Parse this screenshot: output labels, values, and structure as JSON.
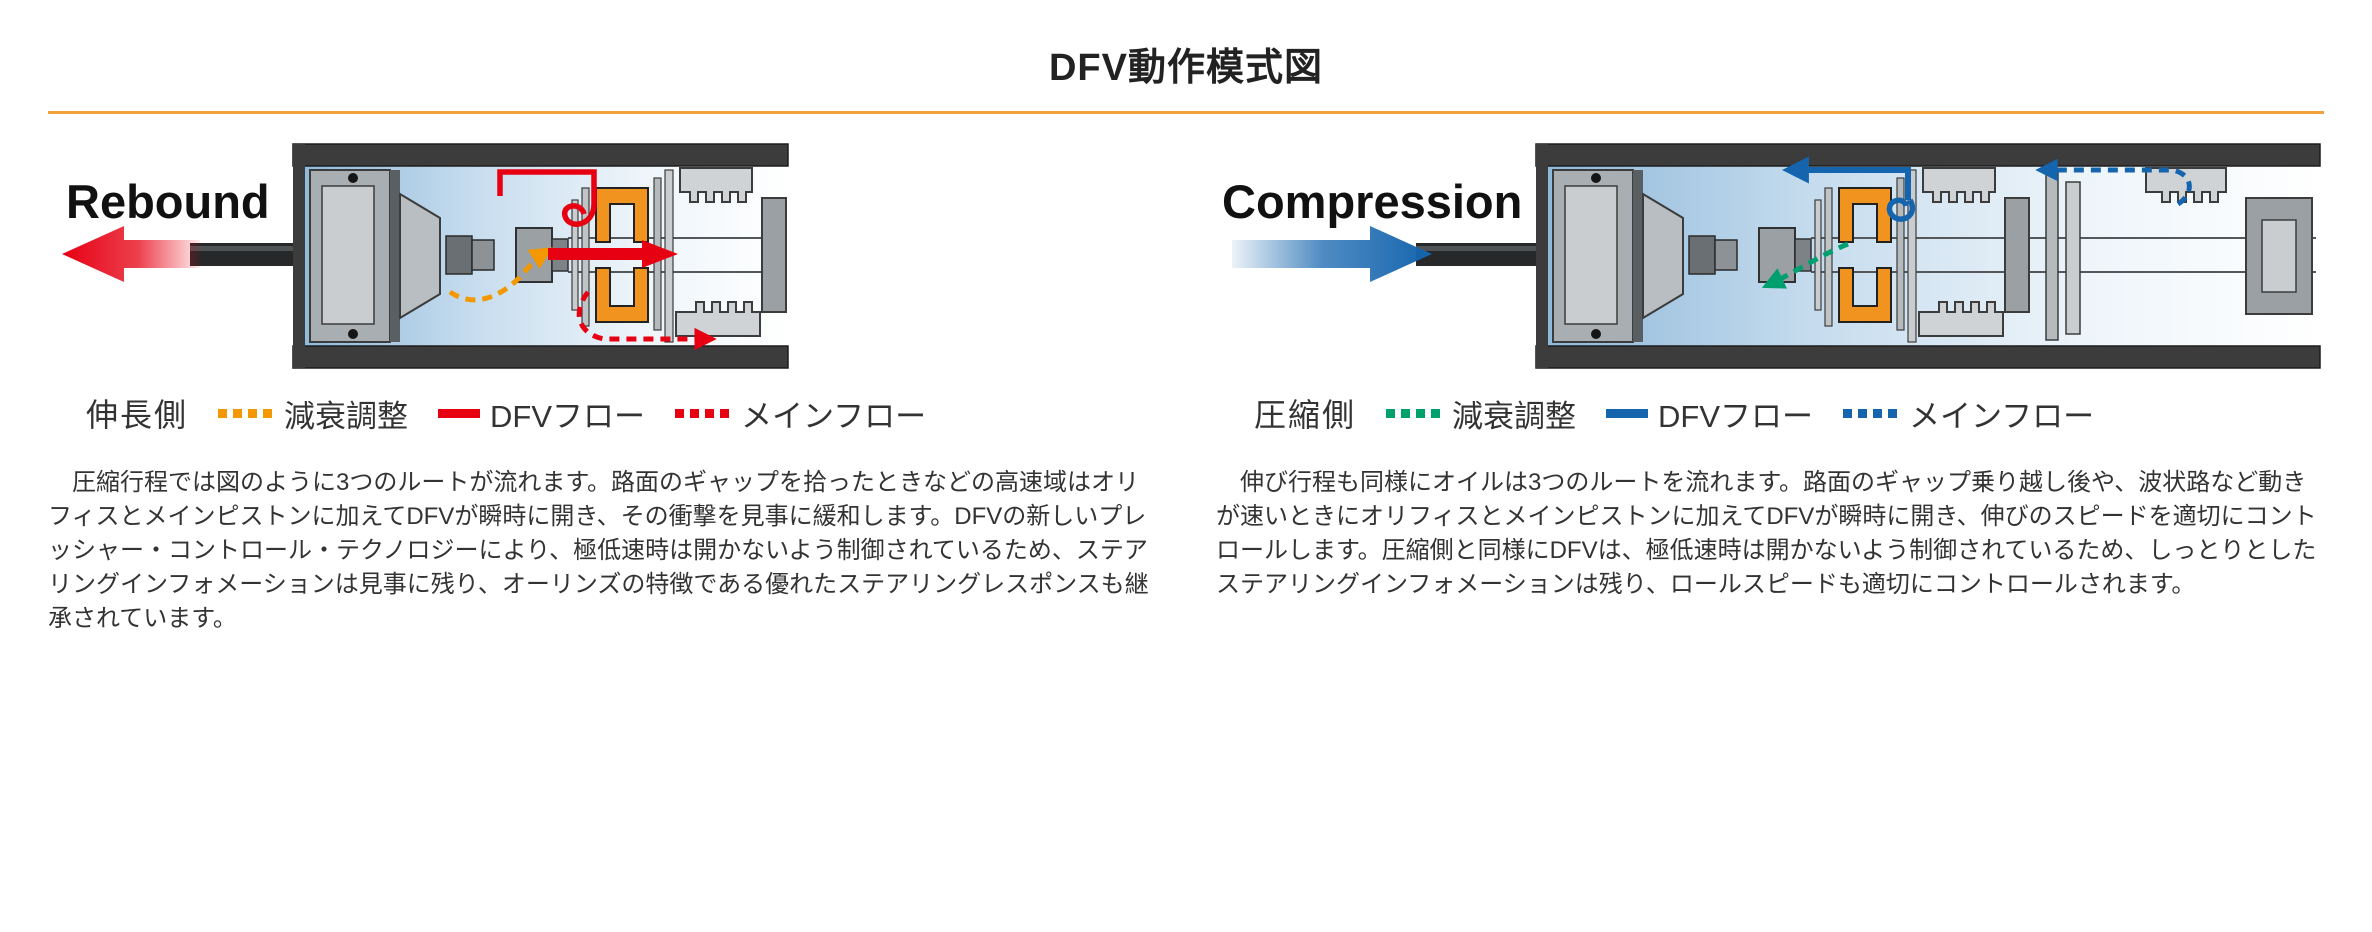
{
  "page": {
    "title": "DFV動作模式図"
  },
  "colors": {
    "rule": "#f0a33c",
    "red": "#e60012",
    "orange": "#f39800",
    "blue": "#1565ae",
    "green": "#00a06e",
    "text": "#333333",
    "dark": "#3c3c3c"
  },
  "panels": [
    {
      "id": "rebound",
      "direction_label": "Rebound",
      "side_label": "伸長側",
      "legend": [
        {
          "label": "減衰調整",
          "line_style": "dashed",
          "color": "#f39800"
        },
        {
          "label": "DFVフロー",
          "line_style": "solid",
          "color": "#e60012"
        },
        {
          "label": "メインフロー",
          "line_style": "dashed",
          "color": "#e60012"
        }
      ],
      "description": "圧縮行程では図のように3つのルートが流れます。路面のギャップを拾ったときなどの高速域はオリフィスとメインピストンに加えてDFVが瞬時に開き、その衝撃を見事に緩和します。DFVの新しいプレッシャー・コントロール・テクノロジーにより、極低速時は開かないよう制御されているため、ステアリングインフォメーションは見事に残り、オーリンズの特徴である優れたステアリングレスポンスも継承されています。"
    },
    {
      "id": "compression",
      "direction_label": "Compression",
      "side_label": "圧縮側",
      "legend": [
        {
          "label": "減衰調整",
          "line_style": "dashed",
          "color": "#00a06e"
        },
        {
          "label": "DFVフロー",
          "line_style": "solid",
          "color": "#1565ae"
        },
        {
          "label": "メインフロー",
          "line_style": "dashed",
          "color": "#1565ae"
        }
      ],
      "description": "伸び行程も同様にオイルは3つのルートを流れます。路面のギャップ乗り越し後や、波状路など動きが速いときにオリフィスとメインピストンに加えてDFVが瞬時に開き、伸びのスピードを適切にコントロールします。圧縮側と同様にDFVは、極低速時は開かないよう制御されているため、しっとりとしたステアリングインフォメーションは残り、ロールスピードも適切にコントロールされます。"
    }
  ]
}
